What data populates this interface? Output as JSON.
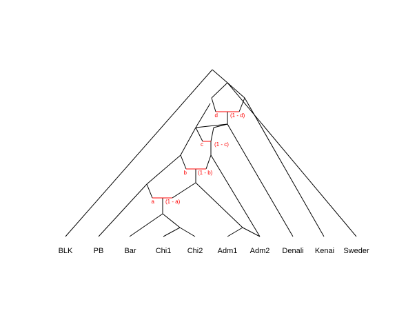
{
  "tree": {
    "leaves": [
      "BLK",
      "PB",
      "Bar",
      "Chi1",
      "Chi2",
      "Adm1",
      "Adm2",
      "Denali",
      "Kenai",
      "Sweder"
    ],
    "admixture_events": [
      {
        "left": "a",
        "right": "(1 - a)"
      },
      {
        "left": "b",
        "right": "(1 - b)"
      },
      {
        "left": "c",
        "right": "(1 - c)"
      },
      {
        "left": "d",
        "right": "(1 - d)"
      }
    ]
  },
  "colors": {
    "edge": "#000000",
    "admixture": "#ff0000",
    "background": "#ffffff"
  }
}
